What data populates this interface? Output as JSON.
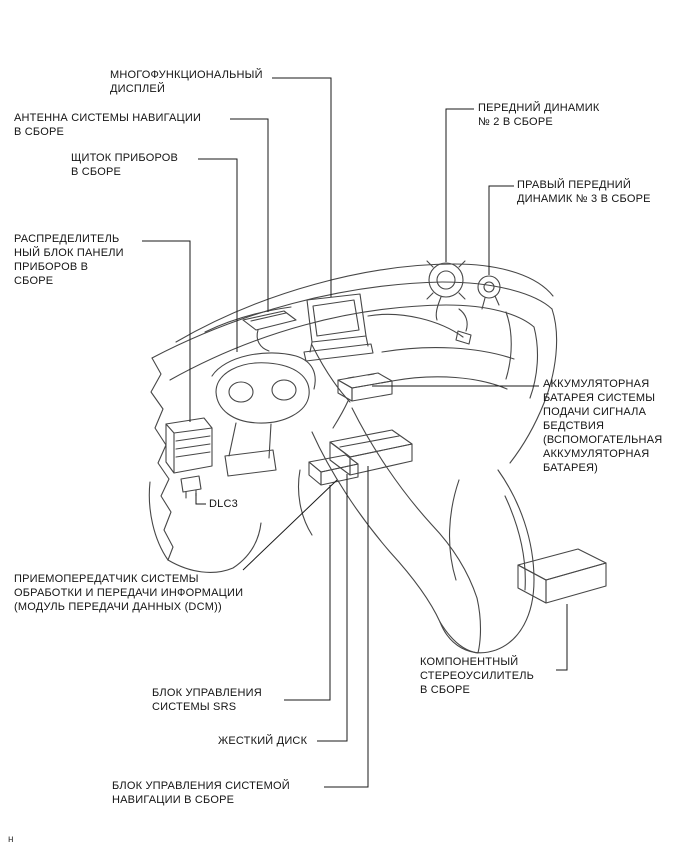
{
  "page": {
    "background": "#ffffff",
    "footer_marker": "н"
  },
  "diagram": {
    "kind": "vehicle-component-location-diagram",
    "art_colors": {
      "line": "#474747",
      "leader": "#1a1a1a",
      "label_text": "#141414"
    },
    "labels": [
      {
        "id": "multifunction-display",
        "text": "МНОГОФУНКЦИОНАЛЬНЫЙ\nДИСПЛЕЙ"
      },
      {
        "id": "nav-antenna",
        "text": "АНТЕННА СИСТЕМЫ НАВИГАЦИИ\nВ СБОРЕ"
      },
      {
        "id": "instrument-panel",
        "text": "ЩИТОК ПРИБОРОВ\nВ СБОРЕ"
      },
      {
        "id": "front-speaker-2",
        "text": "ПЕРЕДНИЙ ДИНАМИК\n№ 2 В СБОРЕ"
      },
      {
        "id": "right-front-speaker-3",
        "text": "ПРАВЫЙ ПЕРЕДНИЙ\nДИНАМИК № 3 В СБОРЕ"
      },
      {
        "id": "junction-block",
        "text": "РАСПРЕДЕЛИТЕЛЬ\nНЫЙ БЛОК ПАНЕЛИ\nПРИБОРОВ В\nСБОРЕ"
      },
      {
        "id": "dlc3",
        "text": "DLC3"
      },
      {
        "id": "aux-battery",
        "text": "АККУМУЛЯТОРНАЯ\nБАТАРЕЯ СИСТЕМЫ\nПОДАЧИ СИГНАЛА\nБЕДСТВИЯ\n(ВСПОМОГАТЕЛЬНАЯ\nАККУМУЛЯТОРНАЯ\nБАТАРЕЯ)"
      },
      {
        "id": "dcm",
        "text": "ПРИЕМОПЕРЕДАТЧИК СИСТЕМЫ\nОБРАБОТКИ И ПЕРЕДАЧИ ИНФОРМАЦИИ\n(МОДУЛЬ ПЕРЕДАЧИ ДАННЫХ (DCM))"
      },
      {
        "id": "srs",
        "text": "БЛОК УПРАВЛЕНИЯ\nСИСТЕМЫ SRS"
      },
      {
        "id": "hard-disk",
        "text": "ЖЕСТКИЙ ДИСК"
      },
      {
        "id": "nav-control",
        "text": "БЛОК УПРАВЛЕНИЯ СИСТЕМОЙ\nНАВИГАЦИИ В СБОРЕ"
      },
      {
        "id": "amplifier",
        "text": "КОМПОНЕНТНЫЙ\nСТЕРЕОУСИЛИТЕЛЬ\nВ СБОРЕ"
      }
    ]
  }
}
